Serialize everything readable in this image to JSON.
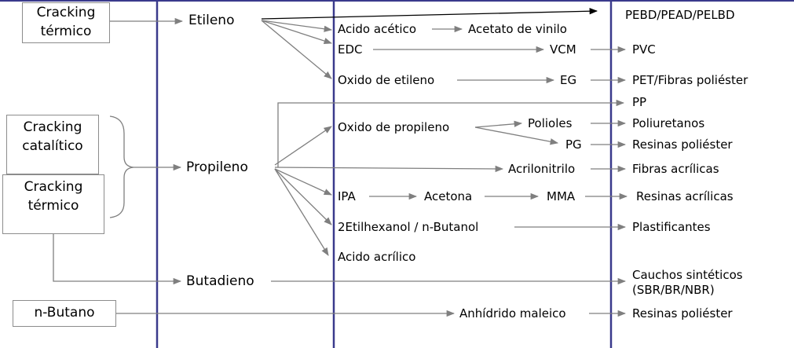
{
  "sources": {
    "cracking_termico_1": [
      "Cracking",
      "térmico"
    ],
    "cracking_catalitico": [
      "Cracking",
      "catalítico"
    ],
    "cracking_termico_2": [
      "Cracking",
      "térmico"
    ],
    "n_butano": "n-Butano"
  },
  "primary": {
    "etileno": "Etileno",
    "propileno": "Propileno",
    "butadieno": "Butadieno"
  },
  "intermediates": {
    "acido_acetico": "Acido acético",
    "acetato_vinilo": "Acetato de vinilo",
    "edc": "EDC",
    "vcm": "VCM",
    "oxido_etileno": "Oxido de etileno",
    "eg": "EG",
    "oxido_propileno": "Oxido de propileno",
    "polioles": "Polioles",
    "pg": "PG",
    "acrilonitrilo": "Acrilonitrilo",
    "ipa": "IPA",
    "acetona": "Acetona",
    "mma": "MMA",
    "etilhexanol": "2Etilhexanol / n-Butanol",
    "acido_acrilico": "Acido acrílico",
    "anhidrido_maleico": "Anhídrido maleico"
  },
  "products": {
    "pebd": "PEBD/PEAD/PELBD",
    "pvc": "PVC",
    "pet": "PET/Fibras poliéster",
    "pp": "PP",
    "poliuretanos": "Poliuretanos",
    "resinas_poliester_1": "Resinas poliéster",
    "fibras_acrilicas": "Fibras acrílicas",
    "resinas_acrilicas": "Resinas acrílicas",
    "plastificantes": "Plastificantes",
    "cauchos_1": "Cauchos sintéticos",
    "cauchos_2": "(SBR/BR/NBR)",
    "resinas_poliester_2": "Resinas poliéster"
  },
  "colors": {
    "divider": "#3a3a8c",
    "arrow": "#7f7f7f",
    "box_border": "#8c8c8c"
  }
}
